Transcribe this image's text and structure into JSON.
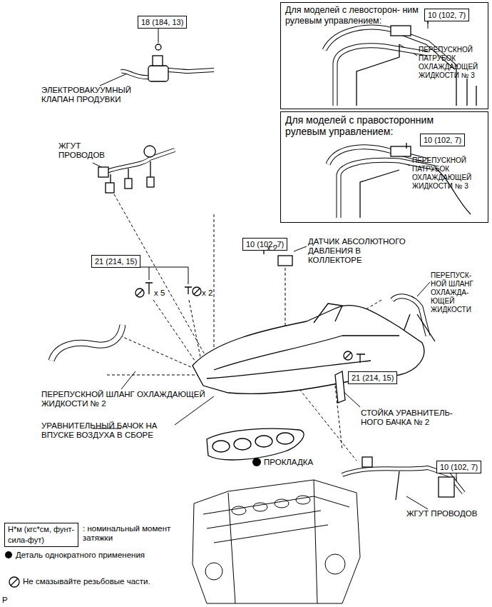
{
  "diagram": {
    "nodes": [
      {
        "text": [
          "Для моделей с левосторон- ним рулевым управлением:",
          "ПЕРЕПУСКНОЙ ПАТРУБОК ОХЛАЖДАЮЩЕЙ ЖИДКОСТИ № 3"
        ]
      },
      {
        "text": [
          "10 (102, 7)"
        ],
        "in": 0
      },
      {
        "text": [
          "Для моделей с правосторонним рулевым управлением:",
          "ПЕРЕПУСКНОЙ ПАТРУБОК ОХЛАЖДАЮЩЕЙ ЖИДКОСТИ № 3"
        ]
      },
      {
        "text": [
          "10 (102, 7)"
        ],
        "in": 2
      },
      {
        "text": [
          "18 (184, 13)"
        ]
      },
      {
        "text": [
          "21 (214, 15)"
        ]
      },
      {
        "text": [
          "10 (102, 7)"
        ]
      },
      {
        "text": [
          "21 (214, 15)"
        ]
      },
      {
        "text": [
          "10 (102, 7)"
        ]
      },
      {
        "text": [
          "Н*м (кгс*см, фунт-сила-фут)"
        ]
      }
    ],
    "labels": [
      "ЭЛЕКТРОВАКУУМНЫЙ КЛАПАН ПРОДУВКИ",
      "ЖГУТ ПРОВОДОВ",
      "x 2",
      "ДАТЧИК АБСОЛЮТНОГО ДАВЛЕНИЯ В КОЛЛЕКТОРЕ",
      "x 5",
      "x 2",
      "ПЕРЕПУСК- НОЙ ШЛАНГ ОХЛАЖДА- ЮЩЕЙ ЖИДКОСТИ",
      "ПЕРЕПУСКНОЙ ШЛАНГ ОХЛАЖДАЮЩЕЙ ЖИДКОСТИ № 2",
      "СТОЙКА УРАВНИТЕЛЬ- НОГО БАЧКА № 2",
      "УРАВНИТЕЛЬНЫЙ БАЧОК НА ВПУСКЕ ВОЗДУХА В СБОРЕ",
      "ПРОКЛАДКА",
      "ЖГУТ ПРОВОДОВ",
      "P"
    ],
    "legend": [
      {
        "text": ": номинальный момент затяжки"
      },
      {
        "text": "Деталь однократного применения"
      },
      {
        "text": "Не смазывайте резьбовые части."
      }
    ]
  }
}
